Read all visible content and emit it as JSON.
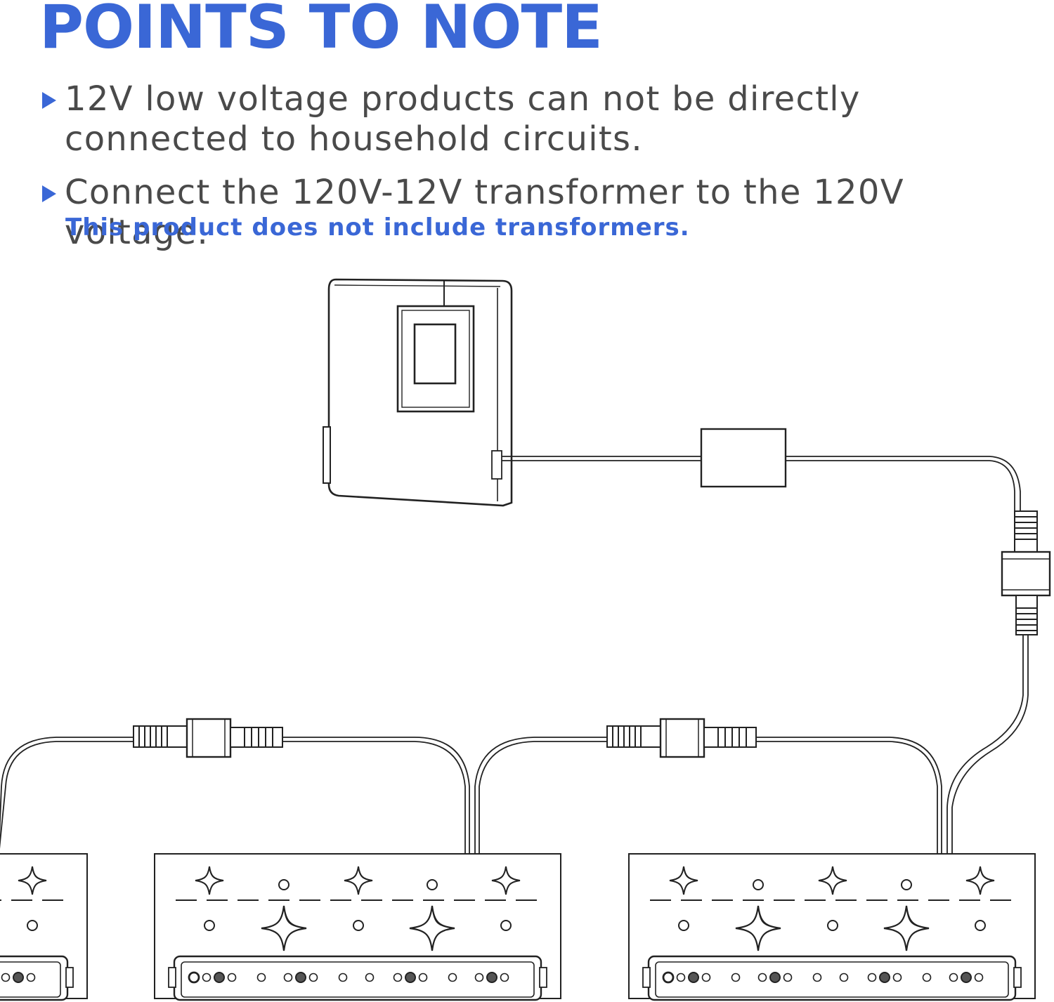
{
  "title": "POINTS TO NOTE",
  "bullets": [
    {
      "text": "12V low voltage products can not be directly connected to household circuits."
    },
    {
      "text": "Connect the 120V-12V transformer to the 120V voltage."
    }
  ],
  "note": "This product does not include transformers.",
  "colors": {
    "accent": "#3a67d6",
    "body_text": "#4a4a4a",
    "line": "#222222"
  },
  "diagram": {
    "components": [
      "transformer",
      "inline-box",
      "connector",
      "connector",
      "connector",
      "light-panel",
      "light-panel",
      "light-panel"
    ]
  }
}
